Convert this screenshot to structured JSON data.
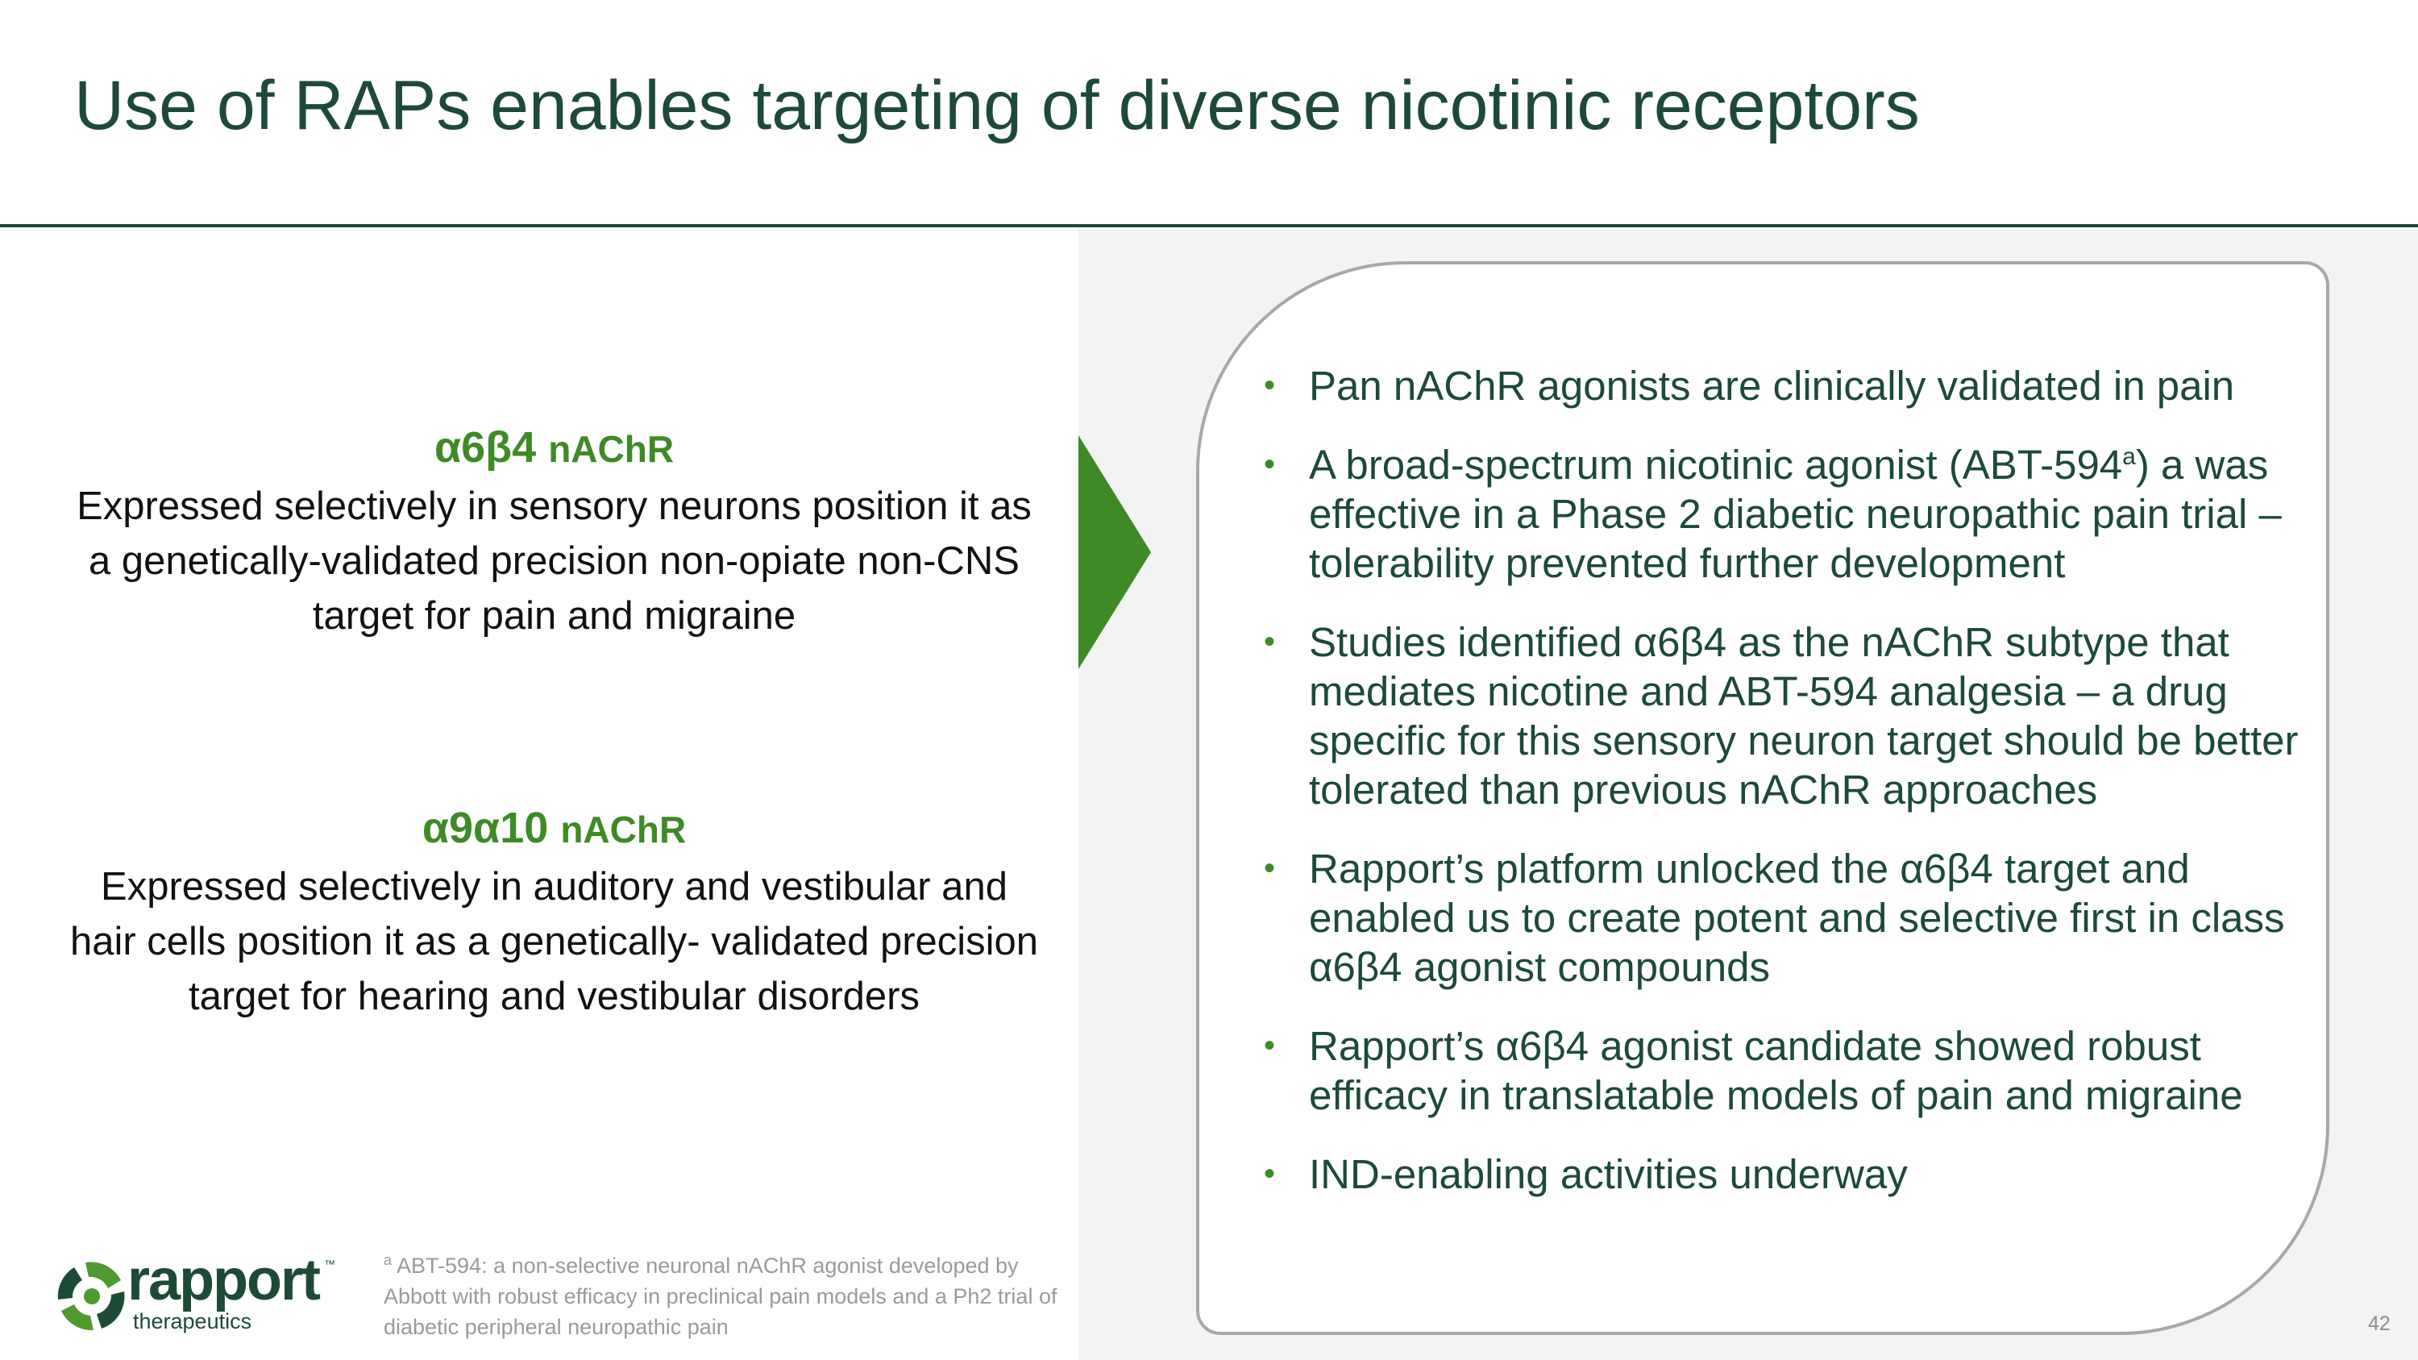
{
  "slide": {
    "title": "Use of RAPs enables targeting of diverse nicotinic receptors",
    "page_number": "42"
  },
  "colors": {
    "title": "#1d4a37",
    "accent_green": "#3f8a27",
    "panel_background": "#f3f3f3",
    "panel_border": "#a8a8a8",
    "footnote": "#9a9a9a"
  },
  "left": {
    "receptors": [
      {
        "name": "α6β4",
        "suffix": "nAChR",
        "description": "Expressed selectively in sensory neurons position it as a genetically-validated precision non-opiate non-CNS target for pain and migraine"
      },
      {
        "name": "α9α10",
        "suffix": "nAChR",
        "description": "Expressed selectively in auditory and vestibular and hair cells position it as a genetically- validated precision target for hearing and vestibular disorders"
      }
    ]
  },
  "right": {
    "bullets": [
      {
        "text": "Pan nAChR agonists are clinically validated in pain"
      },
      {
        "text_before": "A broad-spectrum nicotinic agonist (ABT-594",
        "superscript": "a",
        "text_after": ") a was effective in a Phase 2 diabetic neuropathic pain trial – tolerability prevented further development"
      },
      {
        "text": "Studies identified α6β4 as the nAChR subtype that mediates nicotine and ABT-594 analgesia – a drug specific for this sensory neuron target should be better tolerated than previous nAChR approaches"
      },
      {
        "text": "Rapport’s platform unlocked the α6β4 target and enabled us to create potent and selective first in class α6β4 agonist compounds"
      },
      {
        "text": "Rapport’s α6β4 agonist candidate showed robust efficacy in translatable models of pain and migraine"
      },
      {
        "text": "IND-enabling activities underway"
      }
    ]
  },
  "logo": {
    "word": "rapport",
    "tm": "™",
    "sub": "therapeutics",
    "icon": "rapport-logo-icon"
  },
  "footnote": {
    "marker": "a",
    "text": "ABT-594: a non-selective neuronal nAChR agonist developed by Abbott with robust efficacy in preclinical pain models and a Ph2 trial of diabetic peripheral neuropathic pain"
  }
}
